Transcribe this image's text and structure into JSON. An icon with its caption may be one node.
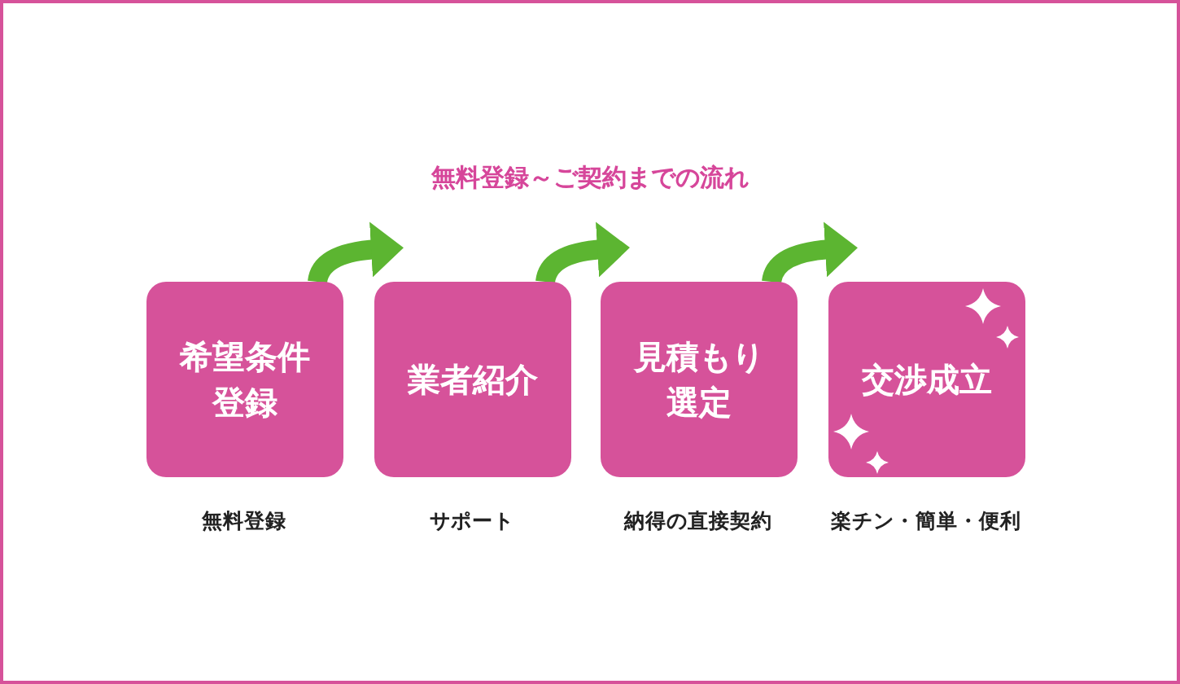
{
  "diagram": {
    "title": "無料登録～ご契約までの流れ",
    "nodes": [
      {
        "text": [
          "希望条件登録"
        ],
        "beside": [
          "無料登録"
        ]
      },
      {
        "text": [
          "業者紹介"
        ],
        "beside": [
          "サポート"
        ]
      },
      {
        "text": [
          "見積もり選定"
        ],
        "beside": [
          "納得の直接契約"
        ]
      },
      {
        "text": [
          "交渉成立"
        ],
        "beside": [
          "楽チン・簡単・便利"
        ]
      }
    ],
    "edges": [
      {
        "from": 0,
        "to": 1,
        "arrow": "to"
      },
      {
        "from": 1,
        "to": 2,
        "arrow": "to"
      },
      {
        "from": 2,
        "to": 3,
        "arrow": "to"
      }
    ]
  }
}
